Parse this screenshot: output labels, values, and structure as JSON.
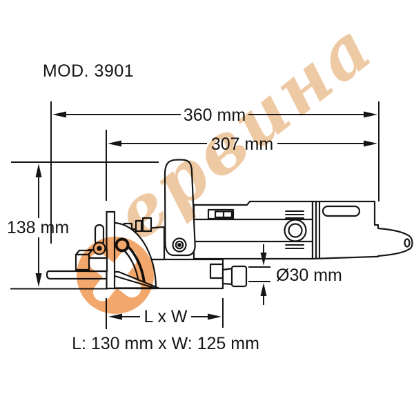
{
  "title": "MOD. 3901",
  "dimensions": {
    "overall_length": "360 mm",
    "body_length": "307 mm",
    "height": "138 mm",
    "spindle_diameter": "Ø30 mm",
    "base_label": "L x W",
    "base_size": "L: 130 mm x W: 125 mm"
  },
  "watermark": {
    "text": "ервина"
  },
  "colors": {
    "line": "#161616",
    "background": "#ffffff",
    "watermark_text": "#eecaa4",
    "watermark_logo": "#f2a86c"
  }
}
